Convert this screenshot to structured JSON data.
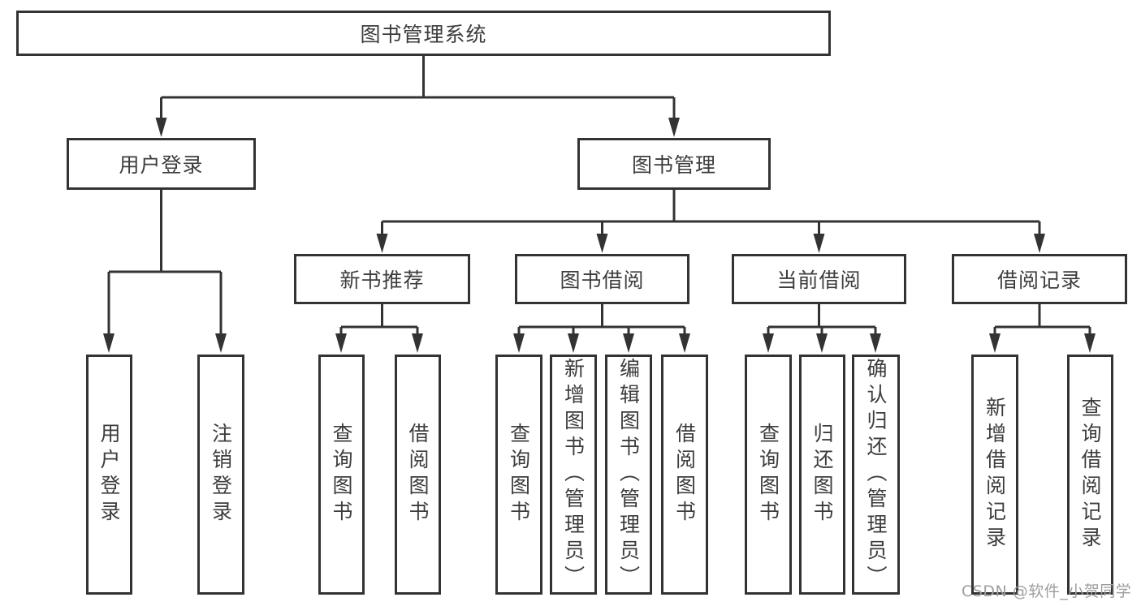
{
  "colors": {
    "line": "#333333",
    "text": "#3d3d3d",
    "watermark": "#9e9e9e",
    "background": "#ffffff"
  },
  "watermark": "CSDN @软件_小贺同学",
  "tree": {
    "label": "图书管理系统",
    "children": [
      {
        "label": "用户登录",
        "children": [
          {
            "label": "用户登录"
          },
          {
            "label": "注销登录"
          }
        ]
      },
      {
        "label": "图书管理",
        "children": [
          {
            "label": "新书推荐",
            "children": [
              {
                "label": "查询图书"
              },
              {
                "label": "借阅图书"
              }
            ]
          },
          {
            "label": "图书借阅",
            "children": [
              {
                "label": "查询图书"
              },
              {
                "label": "新增图书（管理员）"
              },
              {
                "label": "编辑图书（管理员）"
              },
              {
                "label": "借阅图书"
              }
            ]
          },
          {
            "label": "当前借阅",
            "children": [
              {
                "label": "查询图书"
              },
              {
                "label": "归还图书"
              },
              {
                "label": "确认归还（管理员）"
              }
            ]
          },
          {
            "label": "借阅记录",
            "children": [
              {
                "label": "新增借阅记录"
              },
              {
                "label": "查询借阅记录"
              }
            ]
          }
        ]
      }
    ]
  }
}
